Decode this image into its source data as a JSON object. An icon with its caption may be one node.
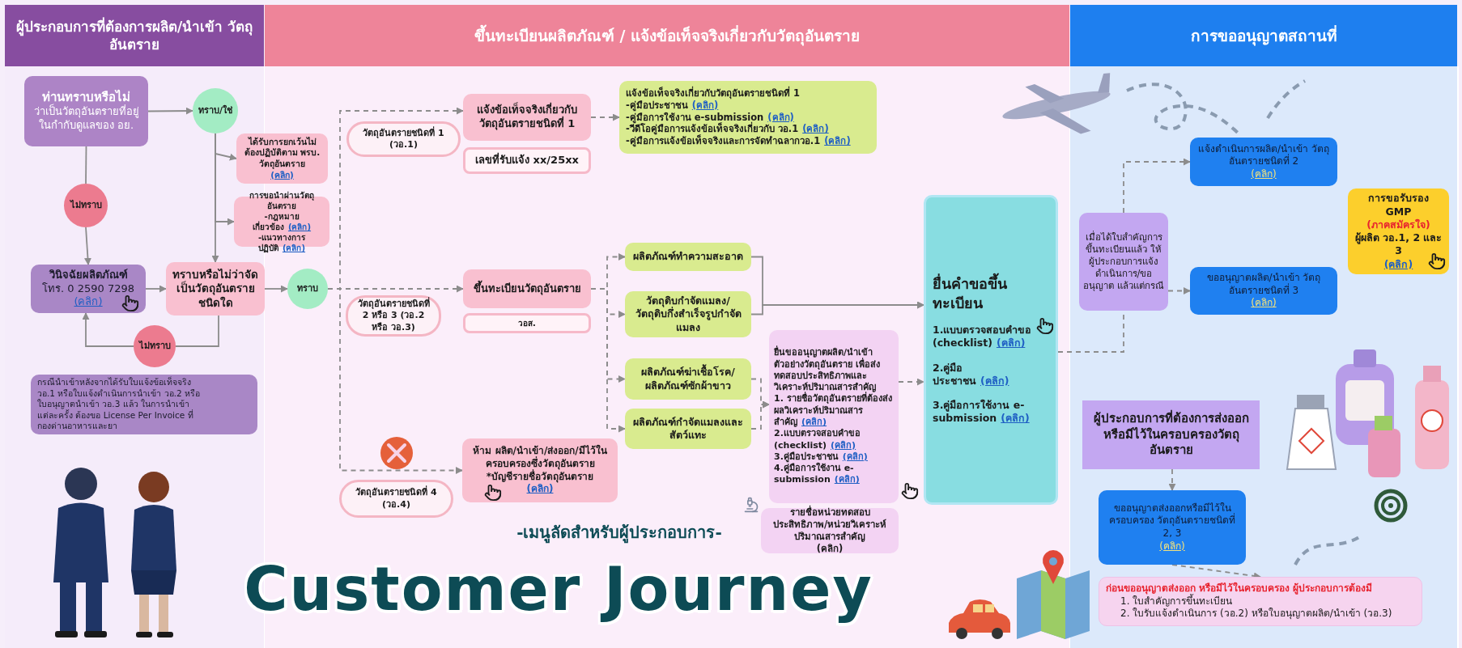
{
  "diagram": {
    "title": "Customer Journey",
    "nodes": [
      {
        "text": [
          "ผู้ประกอบการที่ต้องการผลิต/นำเข้า วัตถุอันตราย"
        ]
      },
      {
        "text": [
          "ขึ้นทะเบียนผลิตภัณฑ์ / แจ้งข้อเท็จจริงเกี่ยวกับวัตถุอันตราย"
        ]
      },
      {
        "text": [
          "การขออนุญาตสถานที่"
        ]
      },
      {
        "text": [
          "ท่านทราบหรือไม่",
          "ว่าเป็นวัตถุอันตรายที่อยู่ในกำกับดูแลของ อย."
        ]
      },
      {
        "text": [
          "ทราบ/ใช่"
        ]
      },
      {
        "text": [
          "ไม่ทราบ"
        ]
      },
      {
        "text": [
          "ได้รับการยกเว้นไม่ต้องปฏิบัติตาม พรบ. วัตถุอันตราย",
          "(คลิก)"
        ]
      },
      {
        "text": [
          "การขอนำผ่านวัตถุอันตราย",
          "-กฎหมายเกี่ยวข้อง",
          "(คลิก)",
          "-แนวทางการปฏิบัติ",
          "(คลิก)"
        ]
      },
      {
        "text": [
          "วินิจฉัยผลิตภัณฑ์",
          "โทร. 0 2590 7298",
          "(คลิก)"
        ]
      },
      {
        "text": [
          "ทราบหรือไม่ว่าจัดเป็นวัตถุอันตรายชนิดใด"
        ]
      },
      {
        "text": [
          "ไม่ทราบ"
        ]
      },
      {
        "text": [
          "ทราบ"
        ]
      },
      {
        "text": [
          "กรณีนำเข้าหลังจากได้รับใบแจ้งข้อเท็จจริง วอ.1 หรือใบแจ้งดำเนินการนำเข้า วอ.2 หรือใบอนุญาตนำเข้า วอ.3 แล้ว ในการนำเข้าแต่ละครั้ง ต้องขอ License Per Invoice ที่กองด่านอาหารและยา"
        ]
      },
      {
        "text": [
          "วัตถุอันตรายชนิดที่ 1 (วอ.1)"
        ]
      },
      {
        "text": [
          "แจ้งข้อเท็จจริงเกี่ยวกับวัตถุอันตรายชนิดที่ 1"
        ]
      },
      {
        "text": [
          "เลขที่รับแจ้ง xx/25xx"
        ]
      },
      {
        "text": [
          "แจ้งข้อเท็จจริงเกี่ยวกับวัตถุอันตรายชนิดที่ 1",
          "-คู่มือประชาชน",
          "(คลิก)",
          "-คู่มือการใช้งาน e-submission",
          "(คลิก)",
          "-วีดีโอคู่มือการแจ้งข้อเท็จจริงเกี่ยวกับ วอ.1",
          "(คลิก)",
          "-คู่มือการแจ้งข้อเท็จจริงและการจัดทำฉลากวอ.1",
          "(คลิก)"
        ]
      },
      {
        "text": [
          "วัตถุอันตรายชนิดที่ 2 หรือ 3 (วอ.2 หรือ วอ.3)"
        ]
      },
      {
        "text": [
          "ขึ้นทะเบียนวัตถุอันตราย"
        ]
      },
      {
        "text": [
          "วอส."
        ]
      },
      {
        "text": [
          "ผลิตภัณฑ์ทำความสะอาด"
        ]
      },
      {
        "text": [
          "วัตถุดิบกำจัดแมลง/วัตถุดิบกึ่งสำเร็จรูปกำจัดแมลง"
        ]
      },
      {
        "text": [
          "ผลิตภัณฑ์ฆ่าเชื้อโรค/ผลิตภัณฑ์ซักผ้าขาว"
        ]
      },
      {
        "text": [
          "ผลิตภัณฑ์กำจัดแมลงและสัตว์แทะ"
        ]
      },
      {
        "text": [
          "ยื่นขออนุญาตผลิต/นำเข้า **ตัวอย่างวัตถุอันตราย** เพื่อส่งทดสอบประสิทธิภาพและวิเคราะห์ปริมาณสารสำคัญ",
          "1. รายชื่อวัตถุอันตรายที่ต้องส่งผลวิเคราะห์ปริมาณสารสำคัญ",
          "(คลิก)",
          "2.แบบตรวจสอบคำขอ (checklist)",
          "(คลิก)",
          "3.คู่มือประชาชน",
          "(คลิก)",
          "4.คู่มือการใช้งาน e-submission",
          "(คลิก)"
        ]
      },
      {
        "text": [
          "รายชื่อหน่วยทดสอบประสิทธิภาพ/หน่วยวิเคราะห์ปริมาณสารสำคัญ",
          "(คลิก)"
        ]
      },
      {
        "text": [
          "วัตถุอันตรายชนิดที่ 4 (วอ.4)"
        ]
      },
      {
        "text": [
          "**ห้าม** ผลิต/นำเข้า/ส่งออก/มีไว้ในครอบครองซึ่งวัตถุอันตราย",
          "*บัญชีรายชื่อวัตถุอันตราย",
          "(คลิก)"
        ]
      },
      {
        "text": [
          "ยื่นคำขอขึ้นทะเบียน",
          "1.แบบตรวจสอบคำขอ (checklist)",
          "(คลิก)",
          "2.คู่มือประชาชน",
          "(คลิก)",
          "3.คู่มือการใช้งาน e-submission",
          "(คลิก)"
        ]
      },
      {
        "text": [
          "เมื่อได้ใบสำคัญการขึ้นทะเบียนแล้ว ให้ผู้ประกอบการแจ้งดำเนินการ/ขออนุญาต แล้วแต่กรณี"
        ]
      },
      {
        "text": [
          "แจ้งดำเนินการผลิต/นำเข้า วัตถุอันตรายชนิดที่ 2",
          "(คลิก)"
        ]
      },
      {
        "text": [
          "ขออนุญาตผลิต/นำเข้า วัตถุอันตรายชนิดที่ 3",
          "(คลิก)"
        ]
      },
      {
        "text": [
          "การขอรับรอง GMP",
          "(ภาคสมัครใจ)",
          "ผู้ผลิต วอ.1, 2 และ 3",
          "(คลิก)"
        ]
      },
      {
        "text": [
          "ผู้ประกอบการที่ต้องการส่งออก หรือมีไว้ในครอบครองวัตถุอันตราย"
        ]
      },
      {
        "text": [
          "ขออนุญาตส่งออกหรือมีไว้ในครอบครอง วัตถุอันตรายชนิดที่ 2, 3",
          "(คลิก)"
        ]
      },
      {
        "text": [
          "ก่อนขออนุญาตส่งออก หรือมีไว้ในครอบครอง ผู้ประกอบการต้องมี",
          "1. ใบสำคัญการขึ้นทะเบียน",
          "2. ใบรับแจ้งดำเนินการ (วอ.2) หรือใบอนุญาตผลิต/นำเข้า (วอ.3)"
        ]
      }
    ],
    "edges": [
      {
        "from": 3,
        "to": 4,
        "arrow": "to"
      },
      {
        "from": 3,
        "to": 5,
        "arrow": "none"
      },
      {
        "from": 5,
        "to": 8,
        "arrow": "to"
      },
      {
        "from": 4,
        "to": 6,
        "arrow": "to"
      },
      {
        "from": 4,
        "to": 7,
        "arrow": "to"
      },
      {
        "from": 4,
        "to": 9,
        "arrow": "to"
      },
      {
        "from": 8,
        "to": 9,
        "arrow": "to"
      },
      {
        "from": 9,
        "to": 10,
        "arrow": "none"
      },
      {
        "from": 10,
        "to": 8,
        "arrow": "to"
      },
      {
        "from": 9,
        "to": 11,
        "arrow": "to"
      },
      {
        "from": 11,
        "to": 14,
        "arrow": "to",
        "style": "dashed"
      },
      {
        "from": 11,
        "to": 18,
        "arrow": "to",
        "style": "dashed"
      },
      {
        "from": 11,
        "to": 27,
        "arrow": "to",
        "style": "dashed"
      },
      {
        "from": 14,
        "to": 16,
        "arrow": "to",
        "style": "dashed"
      },
      {
        "from": 18,
        "to": 20,
        "arrow": "to",
        "style": "dashed"
      },
      {
        "from": 18,
        "to": 21,
        "arrow": "to",
        "style": "dashed"
      },
      {
        "from": 18,
        "to": 22,
        "arrow": "to",
        "style": "dashed"
      },
      {
        "from": 18,
        "to": 23,
        "arrow": "to",
        "style": "dashed"
      },
      {
        "from": 20,
        "to": 28,
        "arrow": "to"
      },
      {
        "from": 21,
        "to": 28,
        "arrow": "to"
      },
      {
        "from": 22,
        "to": 24,
        "arrow": "to",
        "style": "dashed"
      },
      {
        "from": 23,
        "to": 24,
        "arrow": "to",
        "style": "dashed"
      },
      {
        "from": 24,
        "to": 28,
        "arrow": "to",
        "style": "dashed"
      },
      {
        "from": 28,
        "to": 29,
        "arrow": "none",
        "style": "dashed"
      },
      {
        "from": 29,
        "to": 30,
        "arrow": "to",
        "style": "dashed"
      },
      {
        "from": 29,
        "to": 31,
        "arrow": "to",
        "style": "dashed"
      },
      {
        "from": 33,
        "to": 34,
        "arrow": "to",
        "style": "dashed"
      },
      {
        "from": 34,
        "to": 35,
        "arrow": "to",
        "style": "dashed"
      }
    ],
    "labels": [
      "-เมนูลัดสำหรับผู้ประกอบการ-"
    ]
  }
}
